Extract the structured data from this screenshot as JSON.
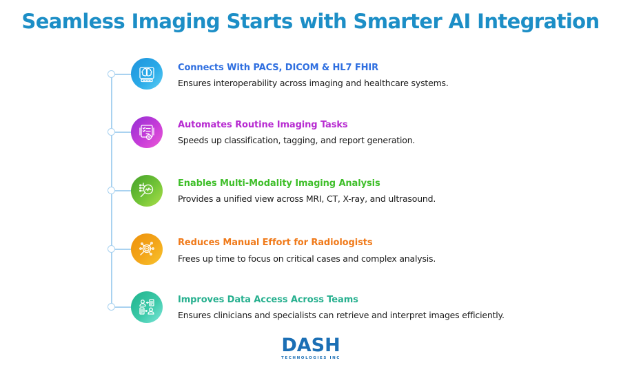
{
  "title": "Seamless Imaging Starts with Smarter AI Integration",
  "items": [
    {
      "heading": "Connects With PACS, DICOM & HL7 FHIR",
      "description": "Ensures interoperability across imaging and healthcare systems.",
      "icon": "brain-scan-icon",
      "color": "#2f6fe0",
      "gradient": [
        "#1f9be0",
        "#4cc6f2"
      ]
    },
    {
      "heading": "Automates Routine Imaging Tasks",
      "description": "Speeds up classification, tagging, and report generation.",
      "icon": "automated-report-icon",
      "color": "#b72bd1",
      "gradient": [
        "#9d2fd6",
        "#e24fd8"
      ]
    },
    {
      "heading": "Enables Multi-Modality Imaging Analysis",
      "description": "Provides a unified view across MRI, CT, X-ray, and ultrasound.",
      "icon": "magnify-analysis-icon",
      "color": "#3fbf2a",
      "gradient": [
        "#4aa92a",
        "#a6dc45"
      ]
    },
    {
      "heading": "Reduces Manual Effort for Radiologists",
      "description": "Frees up time to focus on critical cases and complex analysis.",
      "icon": "ai-search-network-icon",
      "color": "#f07a1a",
      "gradient": [
        "#f09a0e",
        "#f7c02a"
      ]
    },
    {
      "heading": "Improves Data Access Across Teams",
      "description": "Ensures clinicians and specialists can retrieve and interpret images efficiently.",
      "icon": "user-data-exchange-icon",
      "color": "#27b08f",
      "gradient": [
        "#20b78f",
        "#6fe0d0"
      ]
    }
  ],
  "logo": {
    "main": "DASH",
    "sub": "TECHNOLOGIES INC"
  }
}
